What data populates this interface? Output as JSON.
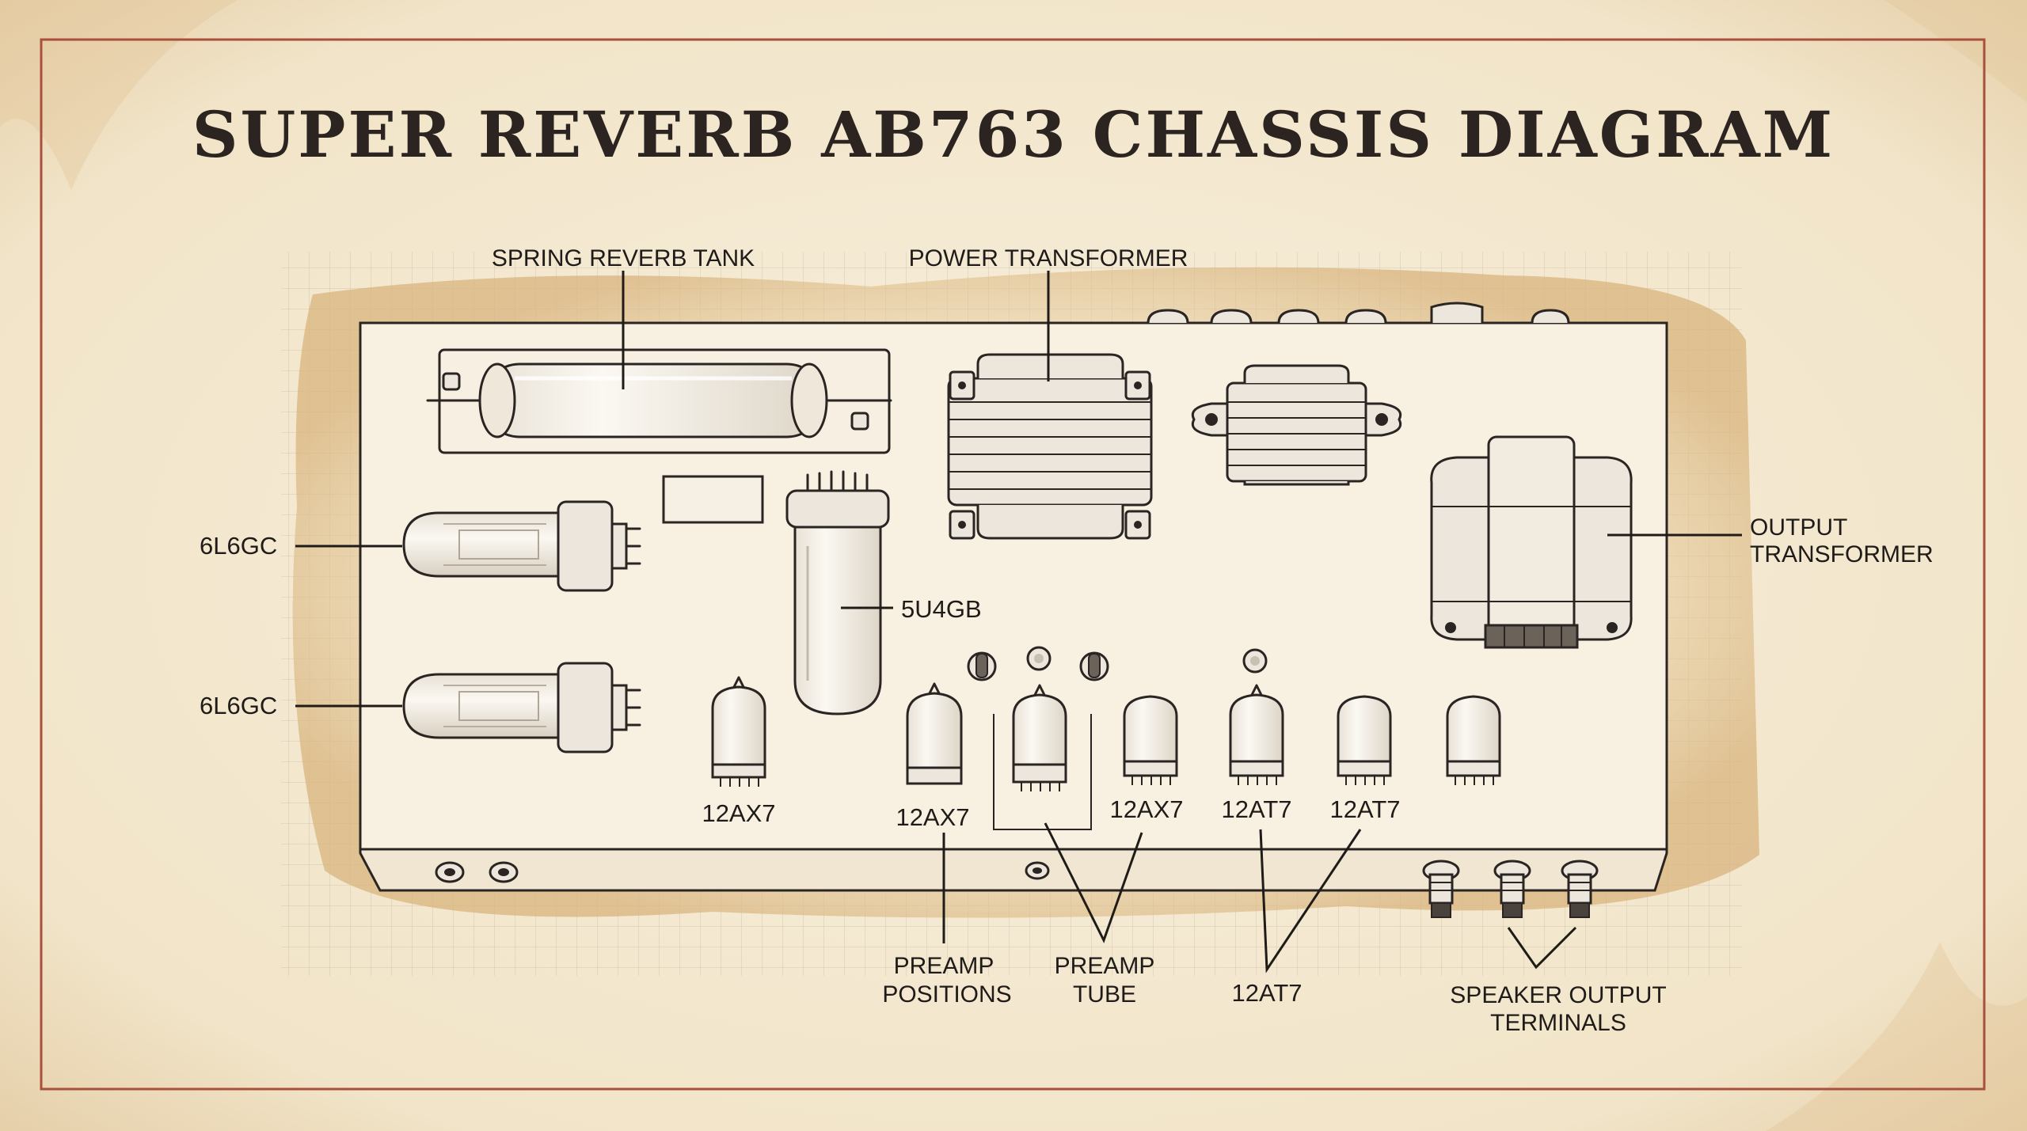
{
  "title": "SUPER REVERB AB763 CHASSIS DIAGRAM",
  "labels": {
    "spring_reverb_tank": "SPRING REVERB TANK",
    "power_transformer": "POWER TRANSFORMER",
    "output_transformer_line1": "OUTPUT",
    "output_transformer_line2": "TRANSFORMER",
    "power_tube_top": "6L6GC",
    "power_tube_bottom": "6L6GC",
    "rectifier": "5U4GB",
    "tube_1": "12AX7",
    "tube_2": "12AX7",
    "tube_3": "12AX7",
    "tube_4": "12AT7",
    "tube_5": "12AT7",
    "preamp_positions_line1": "PREAMP",
    "preamp_positions_line2": "POSITIONS",
    "preamp_tube_line1": "PREAMP",
    "preamp_tube_line2": "TUBE",
    "bottom_12at7": "12AT7",
    "speaker_output_line1": "SPEAKER OUTPUT",
    "speaker_output_line2": "TERMINALS"
  },
  "colors": {
    "paper": "#f1e6cf",
    "border": "#a8503c",
    "ink": "#2a2522",
    "stain": "#dcb98a"
  }
}
